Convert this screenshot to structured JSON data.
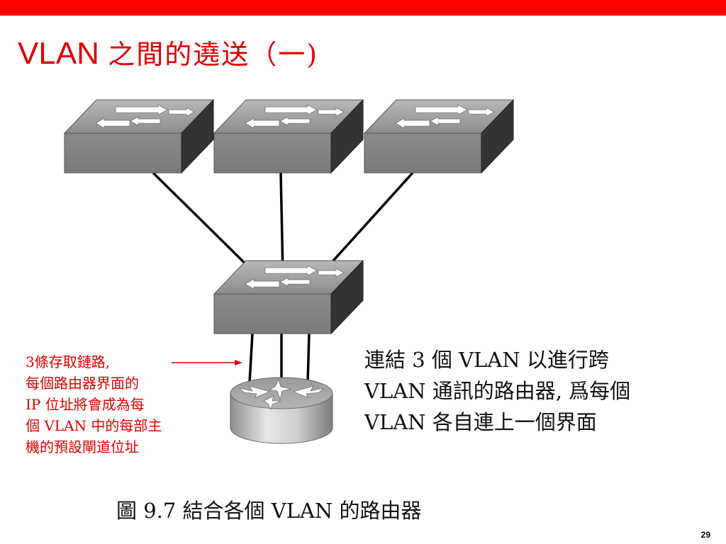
{
  "slide": {
    "accent_color": "#ff0000",
    "title_latin": "VLAN",
    "title_chinese": "之間的遶送（一)",
    "page_number": "29"
  },
  "diagram": {
    "devices": [
      {
        "type": "switch",
        "icon": "switch-icon"
      },
      {
        "type": "switch",
        "icon": "switch-icon"
      },
      {
        "type": "switch",
        "icon": "switch-icon"
      },
      {
        "type": "switch",
        "icon": "switch-icon"
      },
      {
        "type": "router",
        "icon": "router-icon"
      }
    ],
    "annotation": {
      "line1": "3條存取鏈路,",
      "line2": "每個路由器界面的",
      "line3": "IP 位址將會成為每",
      "line4": "個 VLAN 中的每部主",
      "line5": "機的預設閘道位址"
    },
    "description": {
      "line1": "連結 3 個 VLAN 以進行跨",
      "line2": "VLAN 通訊的路由器, 爲每個",
      "line3": "VLAN 各自連上一個界面"
    },
    "caption": "圖 9.7 結合各個 VLAN 的路由器"
  }
}
